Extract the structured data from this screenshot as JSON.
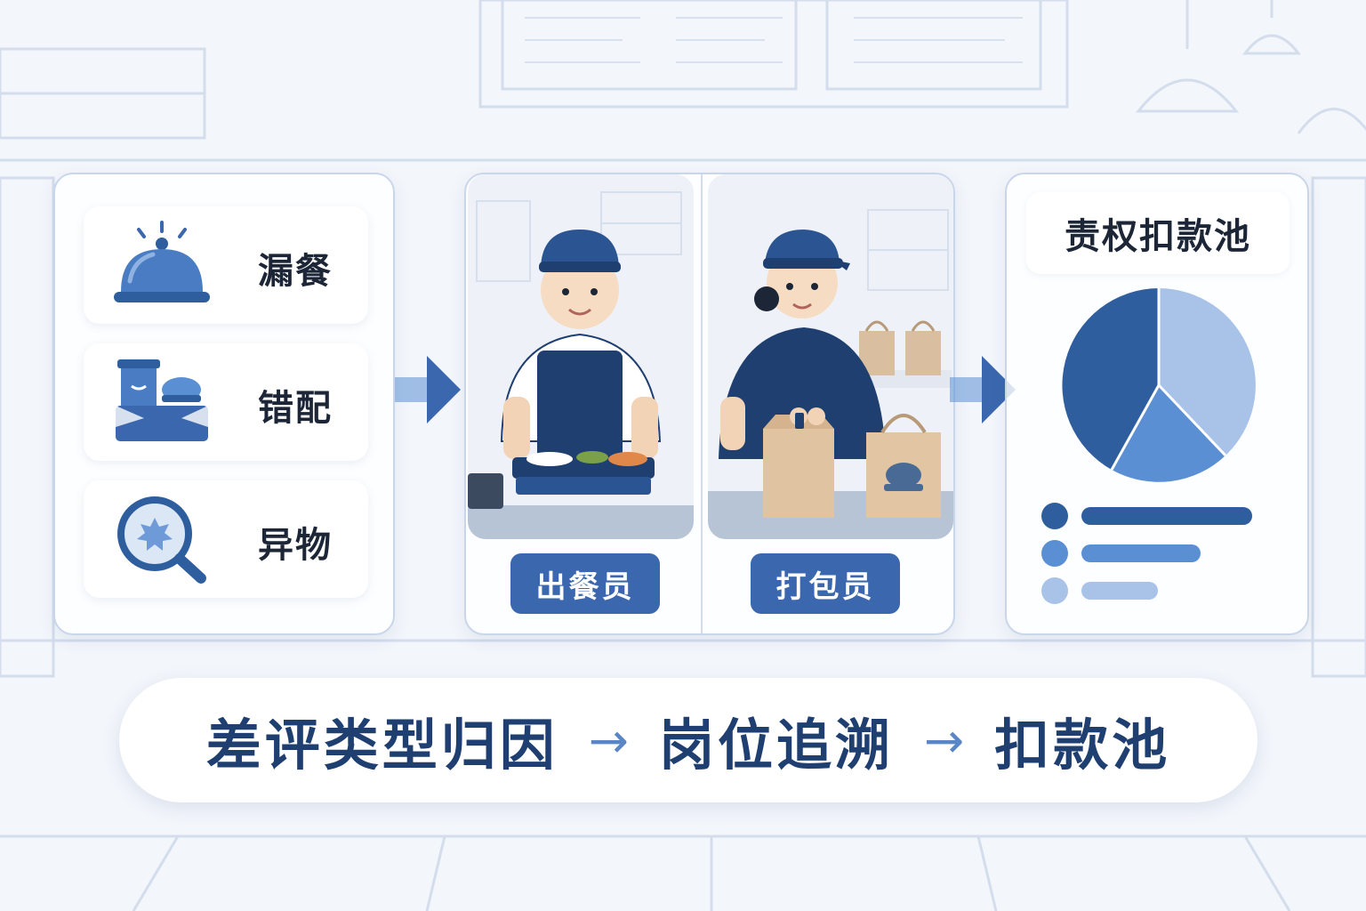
{
  "issues": [
    {
      "label": "漏餐",
      "icon": "cloche-icon"
    },
    {
      "label": "错配",
      "icon": "mismatched-meal-icon"
    },
    {
      "label": "异物",
      "icon": "magnifier-foreign-object-icon"
    }
  ],
  "roles": [
    {
      "label": "出餐员"
    },
    {
      "label": "打包员"
    }
  ],
  "pool": {
    "title": "责权扣款池",
    "slice_colors": [
      "#2f5e9e",
      "#5b8fd3",
      "#a9c3e8"
    ],
    "legend_colors": [
      "#2f5e9e",
      "#5b8fd3",
      "#a9c3e8"
    ]
  },
  "flow": {
    "step1": "差评类型归因",
    "step2": "岗位追溯",
    "step3": "扣款池",
    "arrow": "→"
  },
  "colors": {
    "accent": "#3a67ad",
    "navy": "#1f3f70",
    "panel_border": "#c9d6ea"
  }
}
